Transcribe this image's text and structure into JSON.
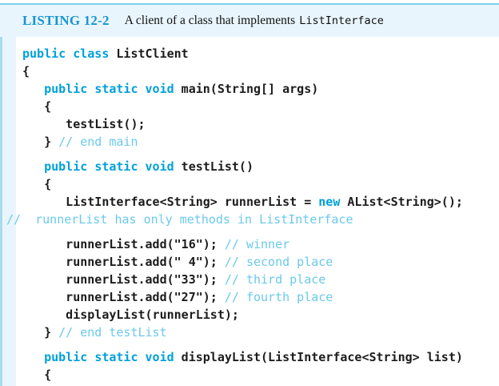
{
  "header": {
    "label": "LISTING 12-2",
    "description": "A client of a class that implements",
    "description_code": "ListInterface"
  },
  "colors": {
    "body_bg": "#ffffff",
    "accent_rule": "#7ccfe9",
    "panel_bg": "#e9f5fc",
    "left_bar": "#aadbf1",
    "listing_label": "#1795d0",
    "keyword": "#00a0da",
    "comment": "#6bc9eb",
    "code_text": "#1c1c1c"
  },
  "code": {
    "lines": [
      {
        "tokens": [
          {
            "t": "k",
            "s": "public"
          },
          {
            "t": "c",
            "s": " "
          },
          {
            "t": "k",
            "s": "class"
          },
          {
            "t": "c",
            "s": " ListClient"
          }
        ]
      },
      {
        "tokens": [
          {
            "t": "c",
            "s": "{"
          }
        ]
      },
      {
        "tokens": [
          {
            "t": "c",
            "s": "   "
          },
          {
            "t": "k",
            "s": "public"
          },
          {
            "t": "c",
            "s": " "
          },
          {
            "t": "k",
            "s": "static"
          },
          {
            "t": "c",
            "s": " "
          },
          {
            "t": "k",
            "s": "void"
          },
          {
            "t": "c",
            "s": " main(String[] args)"
          }
        ]
      },
      {
        "tokens": [
          {
            "t": "c",
            "s": "   {"
          }
        ]
      },
      {
        "tokens": [
          {
            "t": "c",
            "s": "      testList();"
          }
        ]
      },
      {
        "tokens": [
          {
            "t": "c",
            "s": "   } "
          },
          {
            "t": "m",
            "s": "// end main"
          }
        ]
      },
      {
        "blank": true
      },
      {
        "tokens": [
          {
            "t": "c",
            "s": "   "
          },
          {
            "t": "k",
            "s": "public"
          },
          {
            "t": "c",
            "s": " "
          },
          {
            "t": "k",
            "s": "static"
          },
          {
            "t": "c",
            "s": " "
          },
          {
            "t": "k",
            "s": "void"
          },
          {
            "t": "c",
            "s": " testList()"
          }
        ]
      },
      {
        "tokens": [
          {
            "t": "c",
            "s": "   {"
          }
        ]
      },
      {
        "tokens": [
          {
            "t": "c",
            "s": "      ListInterface<String> runnerList = "
          },
          {
            "t": "k",
            "s": "new"
          },
          {
            "t": "c",
            "s": " AList<String>();"
          }
        ]
      },
      {
        "outdent": true,
        "tokens": [
          {
            "t": "m",
            "s": "//  runnerList has only methods in ListInterface"
          }
        ]
      },
      {
        "blank": true
      },
      {
        "tokens": [
          {
            "t": "c",
            "s": "      runnerList.add(\"16\"); "
          },
          {
            "t": "m",
            "s": "// winner"
          }
        ]
      },
      {
        "tokens": [
          {
            "t": "c",
            "s": "      runnerList.add(\" 4\"); "
          },
          {
            "t": "m",
            "s": "// second place"
          }
        ]
      },
      {
        "tokens": [
          {
            "t": "c",
            "s": "      runnerList.add(\"33\"); "
          },
          {
            "t": "m",
            "s": "// third place"
          }
        ]
      },
      {
        "tokens": [
          {
            "t": "c",
            "s": "      runnerList.add(\"27\"); "
          },
          {
            "t": "m",
            "s": "// fourth place"
          }
        ]
      },
      {
        "tokens": [
          {
            "t": "c",
            "s": "      displayList(runnerList);"
          }
        ]
      },
      {
        "tokens": [
          {
            "t": "c",
            "s": "   } "
          },
          {
            "t": "m",
            "s": "// end testList"
          }
        ]
      },
      {
        "blank": true
      },
      {
        "tokens": [
          {
            "t": "c",
            "s": "   "
          },
          {
            "t": "k",
            "s": "public"
          },
          {
            "t": "c",
            "s": " "
          },
          {
            "t": "k",
            "s": "static"
          },
          {
            "t": "c",
            "s": " "
          },
          {
            "t": "k",
            "s": "void"
          },
          {
            "t": "c",
            "s": " displayList(ListInterface<String> list)"
          }
        ]
      },
      {
        "tokens": [
          {
            "t": "c",
            "s": "   {"
          }
        ]
      }
    ]
  }
}
